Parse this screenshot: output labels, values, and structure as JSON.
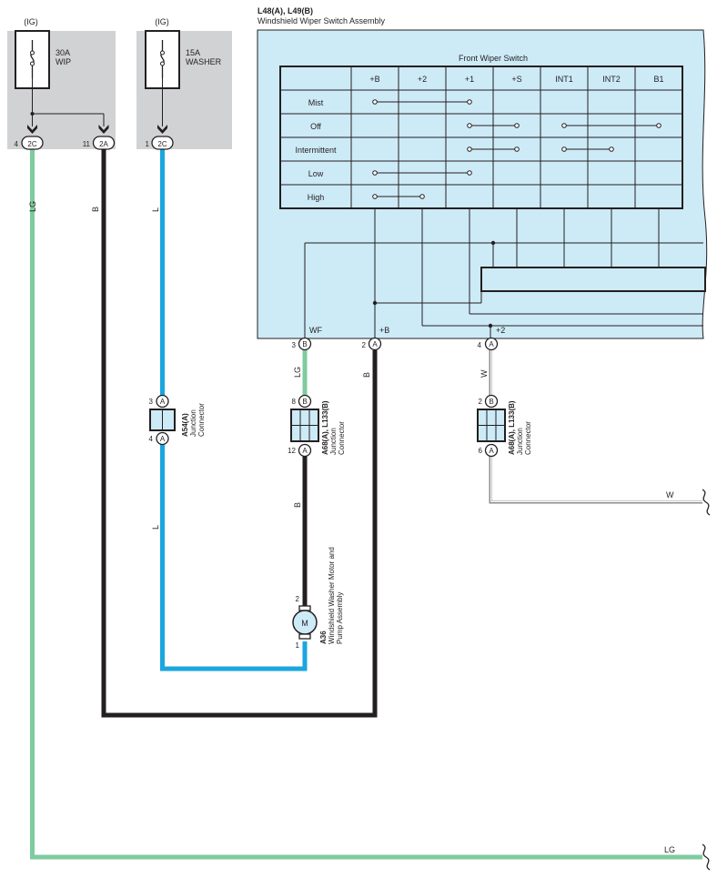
{
  "fuses": [
    {
      "supply": "(IG)",
      "rating": "30A",
      "name": "WIP"
    },
    {
      "supply": "(IG)",
      "rating": "15A",
      "name": "WASHER"
    }
  ],
  "fuse_pins": [
    {
      "pin": "4",
      "conn": "2C"
    },
    {
      "pin": "11",
      "conn": "2A"
    },
    {
      "pin": "1",
      "conn": "2C"
    }
  ],
  "switch_assembly": {
    "code": "L48(A), L49(B)",
    "name": "Windshield Wiper Switch Assembly",
    "table_title": "Front Wiper Switch",
    "columns": [
      "+B",
      "+2",
      "+1",
      "+S",
      "INT1",
      "INT2",
      "B1"
    ],
    "rows": [
      "Mist",
      "Off",
      "Intermittent",
      "Low",
      "High"
    ],
    "terminals": [
      {
        "name": "WF",
        "pin": "3",
        "conn": "B"
      },
      {
        "name": "+B",
        "pin": "2",
        "conn": "A"
      },
      {
        "name": "+2",
        "pin": "4",
        "conn": "A"
      }
    ]
  },
  "wire_colors": {
    "green": "LG",
    "black": "B",
    "blue": "L",
    "white": "W"
  },
  "colors": {
    "lg_wire": "#7ecb9e",
    "b_wire": "#231f20",
    "l_wire": "#1aa6df",
    "w_wire": "#8c8c8c",
    "assembly_fill": "#cdeaf7",
    "fuse_box": "#d1d2d4"
  },
  "connectors": [
    {
      "code": "A54(A)",
      "desc1": "Junction",
      "desc2": "Connector",
      "pin_top": "3",
      "conn_top": "A",
      "pin_bottom": "4",
      "conn_bottom": "A"
    },
    {
      "code": "A68(A), L133(B)",
      "desc1": "Junction",
      "desc2": "Connector",
      "pin_top": "8",
      "conn_top": "B",
      "pin_bottom": "12",
      "conn_bottom": "A"
    },
    {
      "code": "A68(A), L133(B)",
      "desc1": "Junction",
      "desc2": "Connector",
      "pin_top": "2",
      "conn_top": "B",
      "pin_bottom": "6",
      "conn_bottom": "A"
    }
  ],
  "motor": {
    "code": "A36",
    "desc1": "Windshield Washer Motor and",
    "desc2": "Pump Assembly",
    "symbol": "M",
    "pin_top": "2",
    "pin_bottom": "1"
  }
}
